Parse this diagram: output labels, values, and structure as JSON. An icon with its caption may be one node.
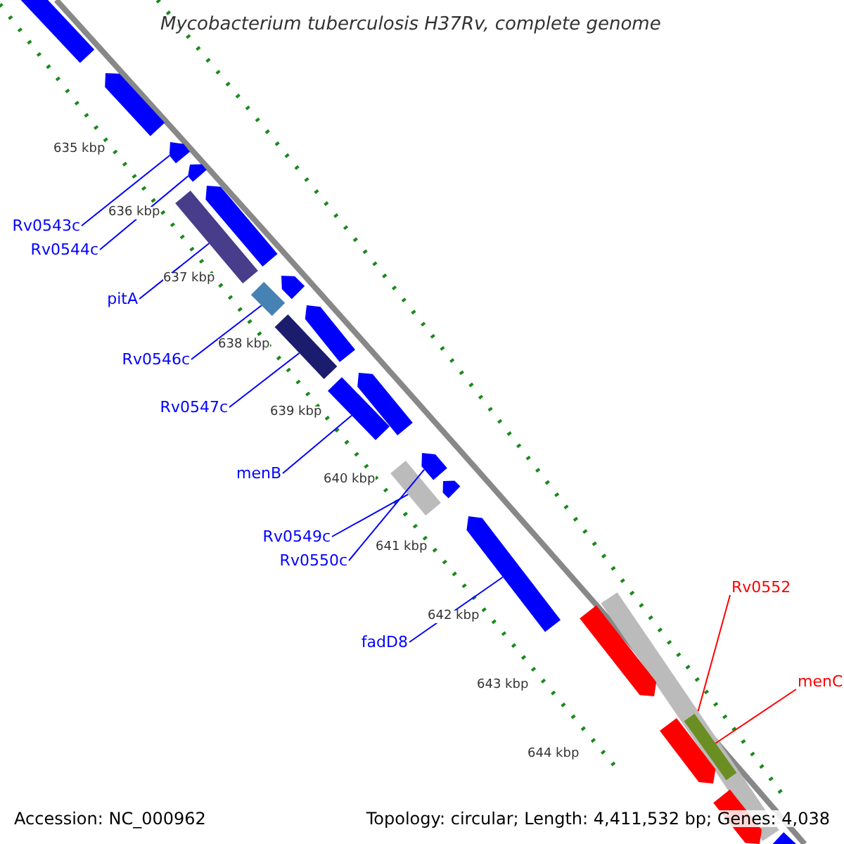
{
  "diagram": {
    "title": "Mycobacterium tuberculosis H37Rv, complete genome",
    "nodes": [
      {
        "text": [
          "Rv0543c"
        ]
      },
      {
        "text": [
          "Rv0544c"
        ]
      },
      {
        "text": [
          "pitA"
        ]
      },
      {
        "text": [
          "Rv0546c"
        ]
      },
      {
        "text": [
          "Rv0547c"
        ]
      },
      {
        "text": [
          "menB"
        ]
      },
      {
        "text": [
          "Rv0549c"
        ]
      },
      {
        "text": [
          "Rv0550c"
        ]
      },
      {
        "text": [
          "fadD8"
        ]
      },
      {
        "text": [
          "Rv0552"
        ]
      },
      {
        "text": [
          "menC"
        ]
      },
      {
        "text": [],
        "shape": "arrow"
      },
      {
        "text": [],
        "shape": "arrow"
      },
      {
        "text": [],
        "shape": "arrow"
      },
      {
        "text": [],
        "shape": "arrow"
      },
      {
        "text": [],
        "shape": "bar"
      },
      {
        "text": [],
        "shape": "arrow"
      },
      {
        "text": [],
        "shape": "bar"
      },
      {
        "text": [],
        "shape": "arrow"
      },
      {
        "text": [],
        "shape": "bar"
      },
      {
        "text": [],
        "shape": "arrow"
      },
      {
        "text": [],
        "shape": "bar"
      },
      {
        "text": [],
        "shape": "arrow"
      },
      {
        "text": [],
        "shape": "bar"
      },
      {
        "text": [],
        "shape": "arrow"
      },
      {
        "text": [],
        "shape": "arrow"
      },
      {
        "text": [],
        "shape": "arrow"
      },
      {
        "text": [],
        "shape": "bar"
      },
      {
        "text": [],
        "shape": "arrow"
      },
      {
        "text": [],
        "shape": "bar",
        "in": 27
      },
      {
        "text": [],
        "shape": "arrow"
      },
      {
        "text": [],
        "shape": "arrow"
      },
      {
        "text": [],
        "shape": "arrow"
      }
    ],
    "edges": [
      {
        "from": 0,
        "to": 13,
        "arrow": "none"
      },
      {
        "from": 1,
        "to": 14,
        "arrow": "none"
      },
      {
        "from": 2,
        "to": 15,
        "arrow": "none"
      },
      {
        "from": 3,
        "to": 17,
        "arrow": "none"
      },
      {
        "from": 4,
        "to": 19,
        "arrow": "none"
      },
      {
        "from": 5,
        "to": 21,
        "arrow": "none"
      },
      {
        "from": 6,
        "to": 23,
        "arrow": "none"
      },
      {
        "from": 7,
        "to": 24,
        "arrow": "none"
      },
      {
        "from": 8,
        "to": 26,
        "arrow": "none"
      },
      {
        "from": 9,
        "to": 27,
        "arrow": "none",
        "color": "#ff0000"
      },
      {
        "from": 10,
        "to": 29,
        "arrow": "none",
        "color": "#ff0000"
      }
    ],
    "labels": [
      "635 kbp",
      "636 kbp",
      "637 kbp",
      "638 kbp",
      "639 kbp",
      "640 kbp",
      "641 kbp",
      "642 kbp",
      "643 kbp",
      "644 kbp",
      "Accession: NC_000962",
      "Topology: circular; Length: 4,411,532 bp; Genes: 4,038"
    ]
  }
}
